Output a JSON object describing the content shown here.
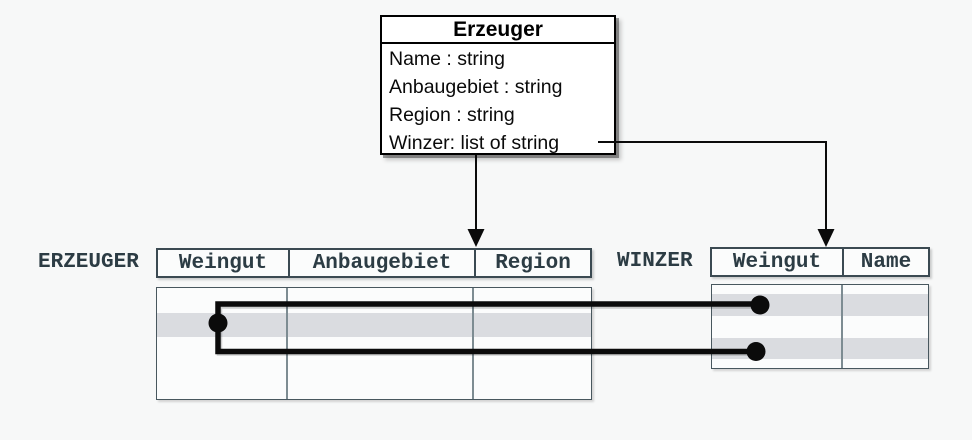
{
  "diagram": {
    "class_box": {
      "title": "Erzeuger",
      "attributes": [
        "Name : string",
        "Anbaugebiet : string",
        "Region : string",
        "Winzer: list of string"
      ]
    },
    "erzeuger_table": {
      "label": "ERZEUGER",
      "columns": [
        "Weingut",
        "Anbaugebiet",
        "Region"
      ],
      "highlighted_row_index": 2,
      "row_count": 4
    },
    "winzer_table": {
      "label": "WINZER",
      "columns": [
        "Weingut",
        "Name"
      ],
      "highlighted_row_indices": [
        1,
        2
      ],
      "row_count": 4
    },
    "colors": {
      "background": "#f7f8f8",
      "box_background": "#ffffff",
      "box_border": "#000000",
      "table_text": "#2c3c44",
      "header_border": "#3b4a52",
      "body_border": "#48575e",
      "column_divider": "#7d8c92",
      "highlight_row": "#dadce0",
      "connector": "#0b0b0b"
    }
  }
}
